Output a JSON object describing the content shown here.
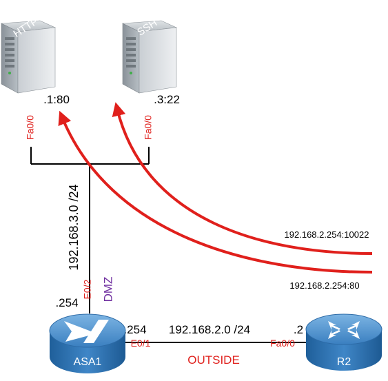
{
  "servers": {
    "http": {
      "name": "HTTP",
      "addr": ".1:80",
      "port": "Fa0/0"
    },
    "ssh": {
      "name": "SSH",
      "addr": ".3:22",
      "port": "Fa0/0"
    }
  },
  "dmz": {
    "subnet": "192.168.3.0 /24",
    "zone": "DMZ",
    "asa_addr": ".254",
    "asa_iface": "E0/2"
  },
  "outside": {
    "subnet": "192.168.2.0 /24",
    "zone": "OUTSIDE",
    "asa_addr": ".254",
    "asa_iface": "E0/1",
    "r2_addr": ".2",
    "r2_iface": "Fa0/0"
  },
  "devices": {
    "asa": "ASA1",
    "router": "R2"
  },
  "flows": {
    "ssh_label": "192.168.2.254:10022",
    "http_label": "192.168.2.254:80"
  },
  "colors": {
    "accent": "#e0201c",
    "zone_purple": "#7030a0",
    "device_blue": "#3d86c6"
  }
}
